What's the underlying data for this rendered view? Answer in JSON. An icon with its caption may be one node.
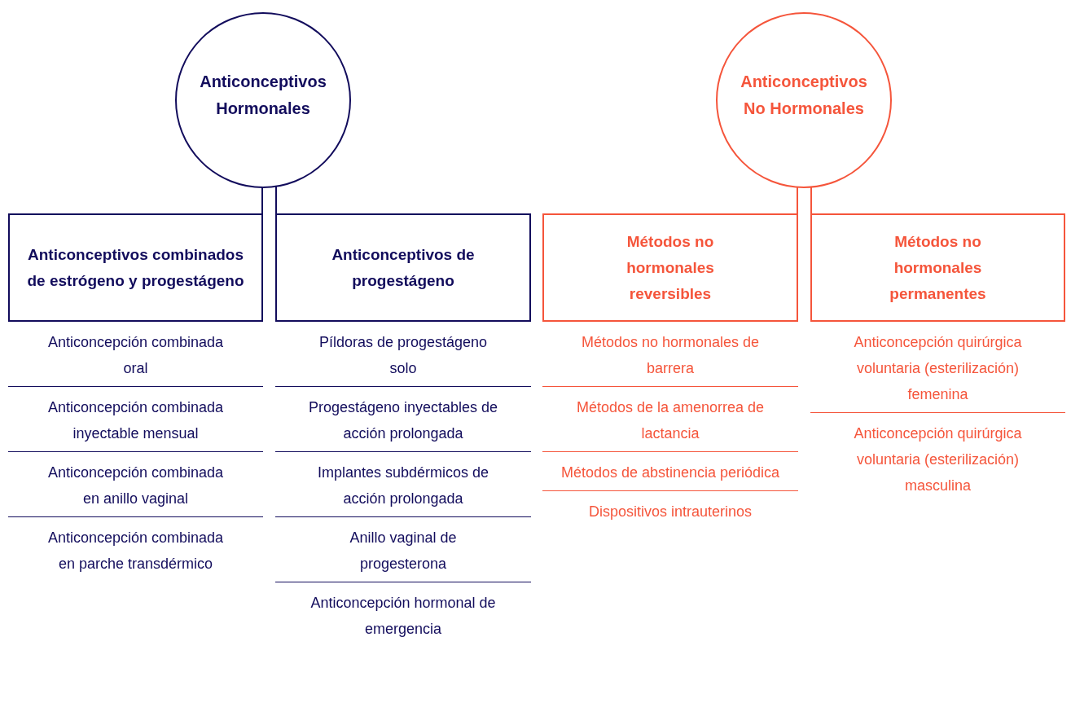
{
  "diagram": {
    "nodes": [
      {
        "text": [
          "Anticonceptivos Hormonales"
        ]
      },
      {
        "text": [
          "Anticonceptivos No Hormonales"
        ]
      },
      {
        "text": [
          "Anticonceptivos combinados de estrógeno y progestágeno"
        ],
        "beside": [
          "Anticoncepción combinada oral",
          "Anticoncepción combinada inyectable mensual",
          "Anticoncepción combinada en anillo vaginal",
          "Anticoncepción combinada en parche transdérmico"
        ]
      },
      {
        "text": [
          "Anticonceptivos de progestágeno"
        ],
        "beside": [
          "Píldoras de progestágeno solo",
          "Progestágeno inyectables de acción prolongada",
          "Implantes subdérmicos de acción prolongada",
          "Anillo vaginal de progesterona",
          "Anticoncepción hormonal de emergencia"
        ]
      },
      {
        "text": [
          "Métodos no hormonales reversibles"
        ],
        "beside": [
          "Métodos no hormonales de barrera",
          "Métodos de la amenorrea de lactancia",
          "Métodos de abstinencia periódica",
          "Dispositivos intrauterinos"
        ]
      },
      {
        "text": [
          "Métodos no hormonales permanentes"
        ],
        "beside": [
          "Anticoncepción quirúrgica voluntaria (esterilización) femenina",
          "Anticoncepción quirúrgica voluntaria (esterilización) masculina"
        ]
      }
    ],
    "edges": [
      {
        "from": 0,
        "to": 2,
        "arrow": "none"
      },
      {
        "from": 0,
        "to": 3,
        "arrow": "none"
      },
      {
        "from": 1,
        "to": 4,
        "arrow": "none",
        "color": "#f5553b"
      },
      {
        "from": 1,
        "to": 5,
        "arrow": "none",
        "color": "#f5553b"
      }
    ]
  }
}
